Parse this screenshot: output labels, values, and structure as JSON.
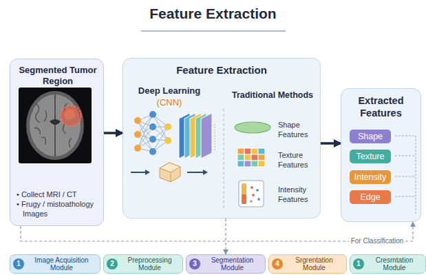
{
  "diagram": {
    "title": "Feature Extraction",
    "nodes": [
      {
        "text": [
          "Segmented Tumor Region",
          "• Collect MRI / CT",
          "• Frugy / mistoathology Images"
        ]
      },
      {
        "text": [
          "Feature Extraction"
        ]
      },
      {
        "text": [
          "Extracted Features"
        ]
      },
      {
        "text": [
          "Shape"
        ],
        "in": 2
      },
      {
        "text": [
          "Texture"
        ],
        "in": 2
      },
      {
        "text": [
          "Intensity"
        ],
        "in": 2
      },
      {
        "text": [
          "Edge"
        ],
        "in": 2
      },
      {
        "text": [
          "1",
          "Image Acquisition Module"
        ]
      },
      {
        "text": [
          "2",
          "Preprocessing Module"
        ]
      },
      {
        "text": [
          "3",
          "Segmentation Module"
        ]
      },
      {
        "text": [
          "4",
          "Srgrentation Module"
        ]
      },
      {
        "text": [
          "1",
          "Cresrntation Module"
        ]
      }
    ],
    "edges": [
      {
        "from": 0,
        "to": 1,
        "arrow": "to"
      },
      {
        "from": 1,
        "to": 2,
        "arrow": "to"
      },
      {
        "from": 0,
        "to": 2,
        "label": "For Classification",
        "arrow": "to"
      },
      {
        "from": 1,
        "to": 9,
        "arrow": "to"
      }
    ],
    "labels": [
      "Deep Learning",
      "(CNN)",
      "Traditional Methods",
      "Shape Features",
      "Texture Features",
      "Intensity Features"
    ]
  }
}
